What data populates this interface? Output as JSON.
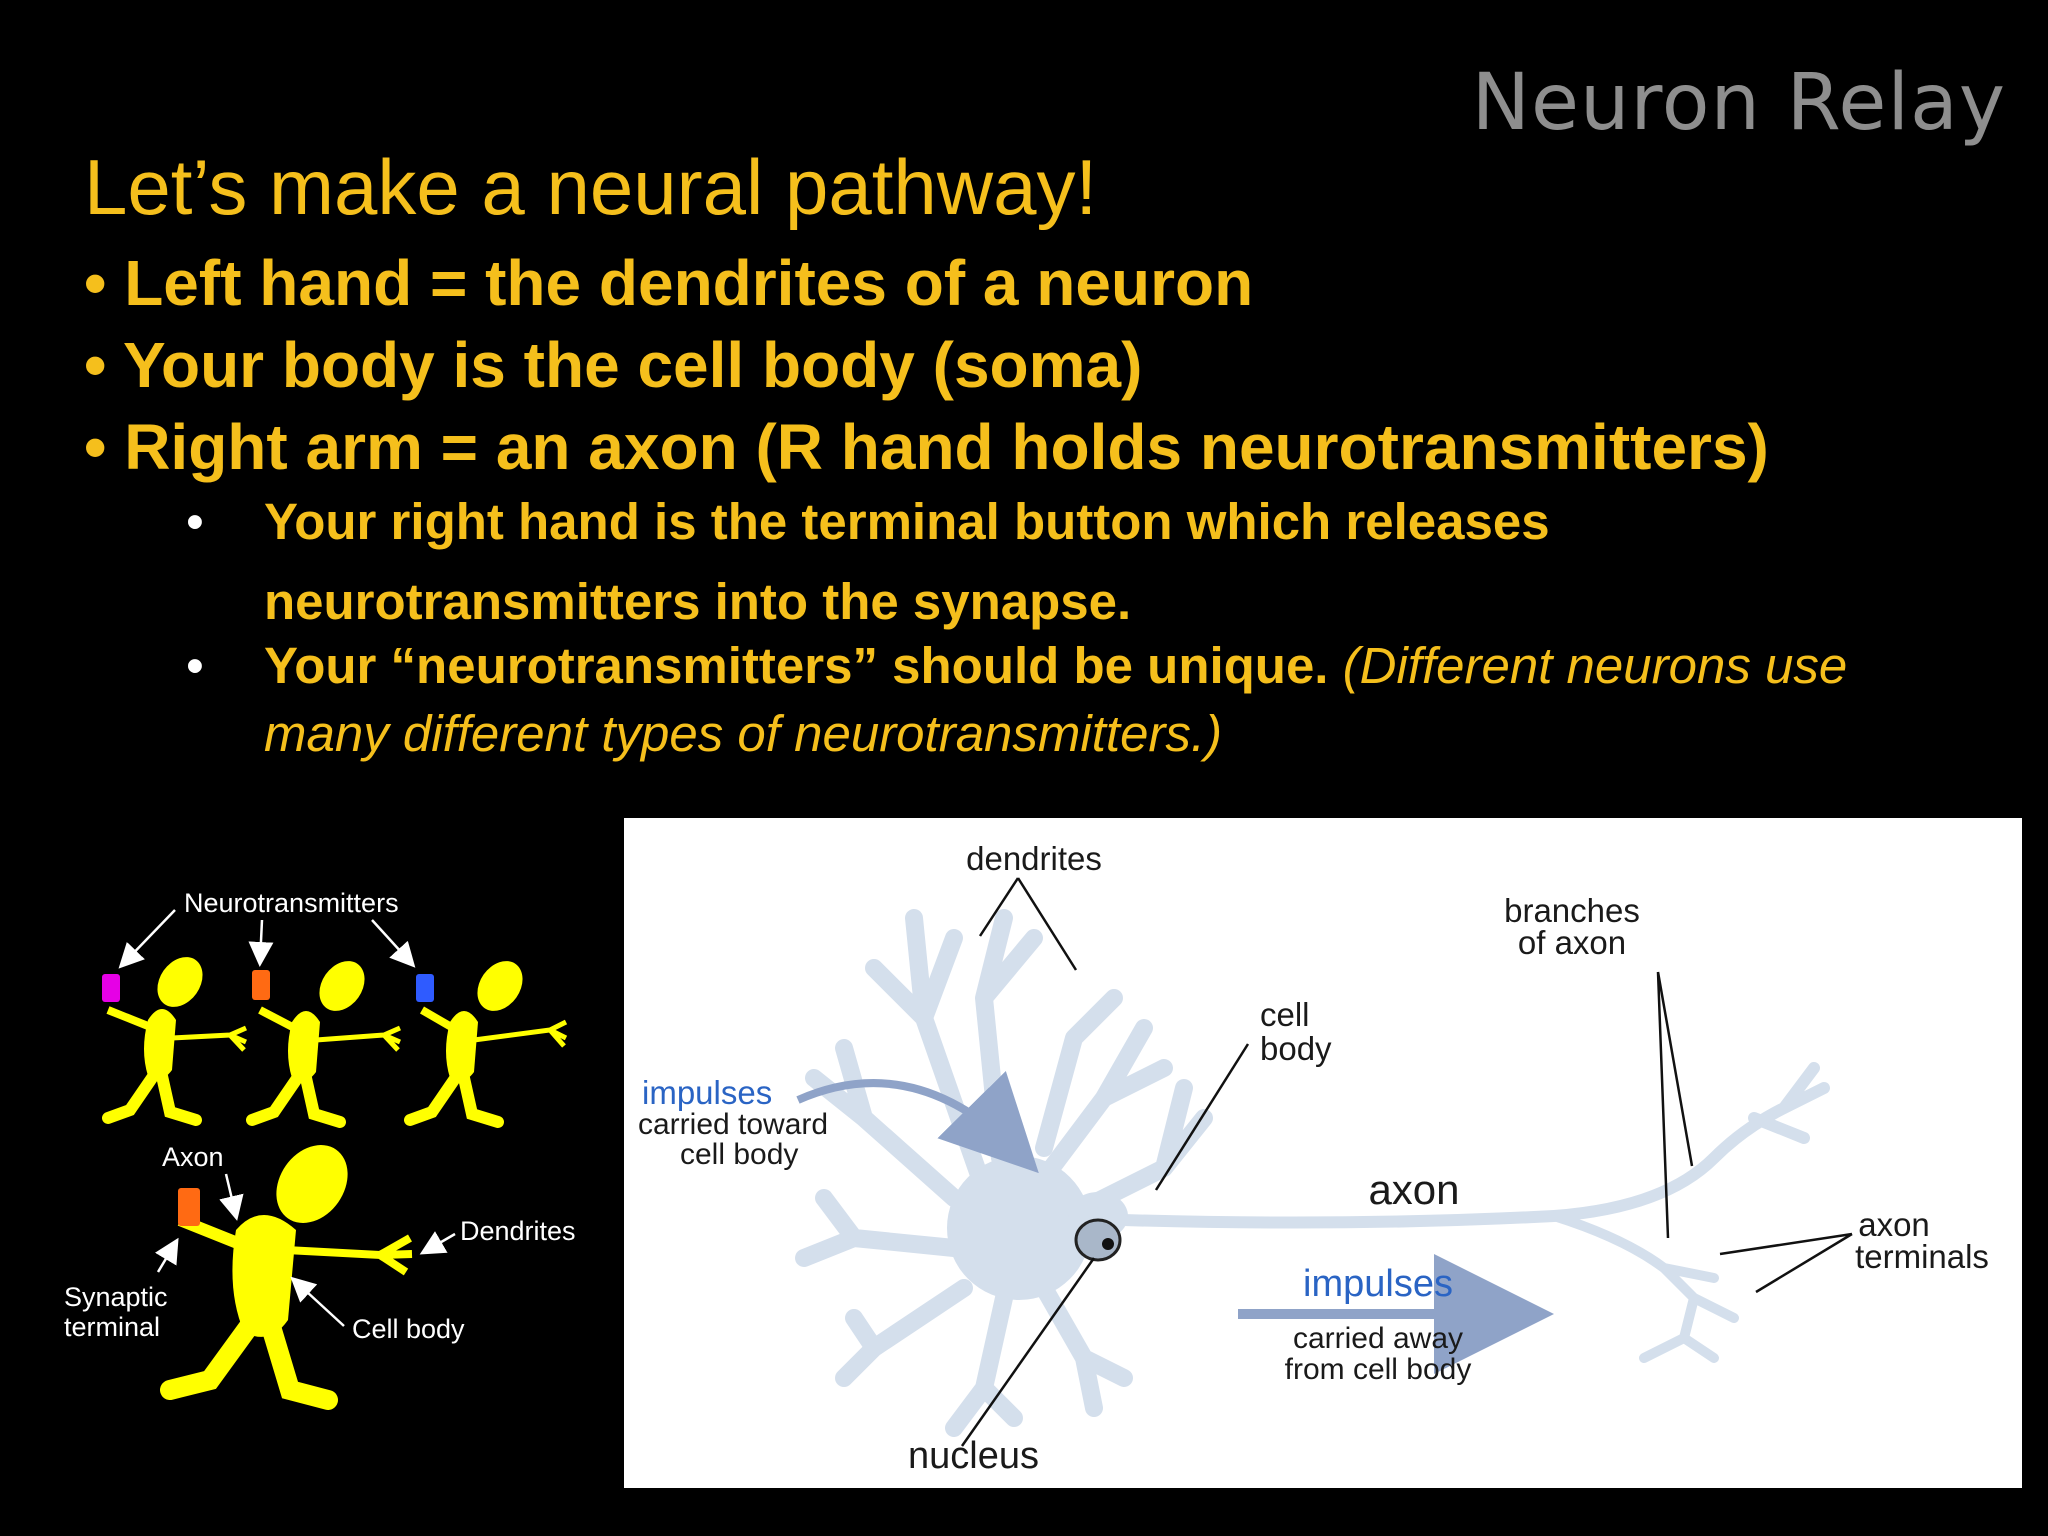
{
  "slide": {
    "corner_title": "Neuron Relay",
    "heading": "Let’s make a neural pathway!",
    "bullets": [
      "• Left hand = the dendrites of a neuron",
      "• Your body is the cell body (soma)",
      "• Right arm = an axon (R hand holds neurotransmitters)"
    ],
    "sub_bullet_marker": "•",
    "sub_bullets": [
      {
        "text": "Your right hand is the terminal button which releases neurotransmitters into the synapse.",
        "italic": ""
      },
      {
        "text": "Your “neurotransmitters” should be unique. ",
        "italic": "(Different neurons use many different types of neurotransmitters.)"
      }
    ]
  },
  "cartoon": {
    "labels": {
      "neurotransmitters": "Neurotransmitters",
      "axon": "Axon",
      "dendrites": "Dendrites",
      "synaptic_line1": "Synaptic",
      "synaptic_line2": "terminal",
      "cell_body": "Cell body"
    },
    "colors": {
      "figure": "#ffff00",
      "nt1": "#e600e6",
      "nt2": "#ff6a13",
      "nt3": "#2f5bff"
    }
  },
  "diagram": {
    "labels": {
      "dendrites": "dendrites",
      "branches_line1": "branches",
      "branches_line2": "of axon",
      "cell_line1": "cell",
      "cell_line2": "body",
      "impulses_in": "impulses",
      "toward_line1": "carried toward",
      "toward_line2": "cell body",
      "axon": "axon",
      "impulses_out": "impulses",
      "away_line1": "carried away",
      "away_line2": "from cell body",
      "terminals_line1": "axon",
      "terminals_line2": "terminals",
      "nucleus": "nucleus"
    },
    "colors": {
      "neuron_fill": "#d4dfec",
      "neuron_stroke": "#8ea0b5",
      "impulse_text": "#2a64c4",
      "arrow": "#8fa3c8"
    }
  }
}
